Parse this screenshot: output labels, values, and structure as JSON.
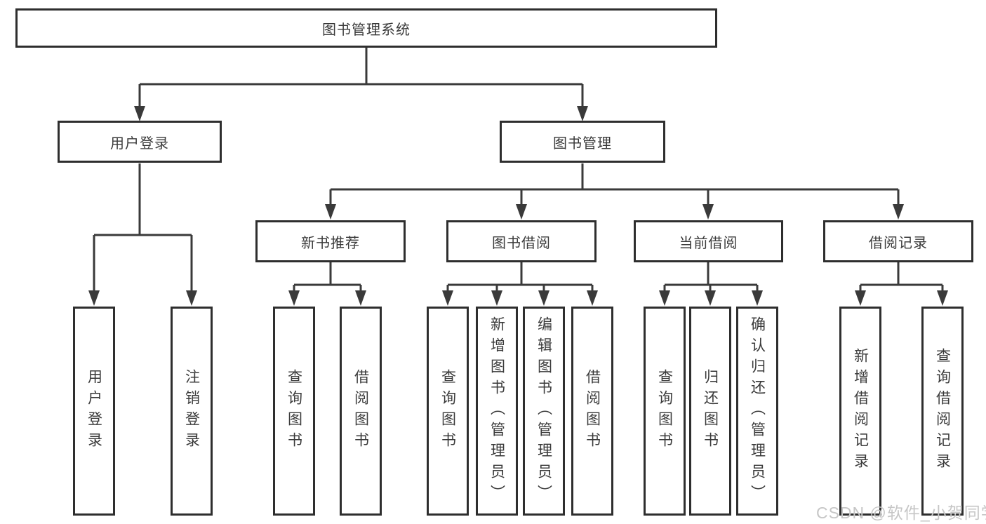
{
  "diagram": {
    "root": {
      "label": "图书管理系统"
    },
    "branches": [
      {
        "label": "用户登录",
        "children": [
          {
            "label": "用户登录"
          },
          {
            "label": "注销登录"
          }
        ]
      },
      {
        "label": "图书管理",
        "children": [
          {
            "label": "新书推荐",
            "children": [
              {
                "label": "查询图书"
              },
              {
                "label": "借阅图书"
              }
            ]
          },
          {
            "label": "图书借阅",
            "children": [
              {
                "label": "查询图书"
              },
              {
                "label": "新增图书（管理员）"
              },
              {
                "label": "编辑图书（管理员）"
              },
              {
                "label": "借阅图书"
              }
            ]
          },
          {
            "label": "当前借阅",
            "children": [
              {
                "label": "查询图书"
              },
              {
                "label": "归还图书"
              },
              {
                "label": "确认归还（管理员）"
              }
            ]
          },
          {
            "label": "借阅记录",
            "children": [
              {
                "label": "新增借阅记录"
              },
              {
                "label": "查询借阅记录"
              }
            ]
          }
        ]
      }
    ]
  },
  "watermark": {
    "text": "CSDN @软件_小贺同学"
  },
  "colors": {
    "line": "#3a3a3a",
    "box_border": "#2e2e2e",
    "text": "#3a3a3a",
    "background": "#ffffff",
    "watermark": "#c6c6c6"
  }
}
